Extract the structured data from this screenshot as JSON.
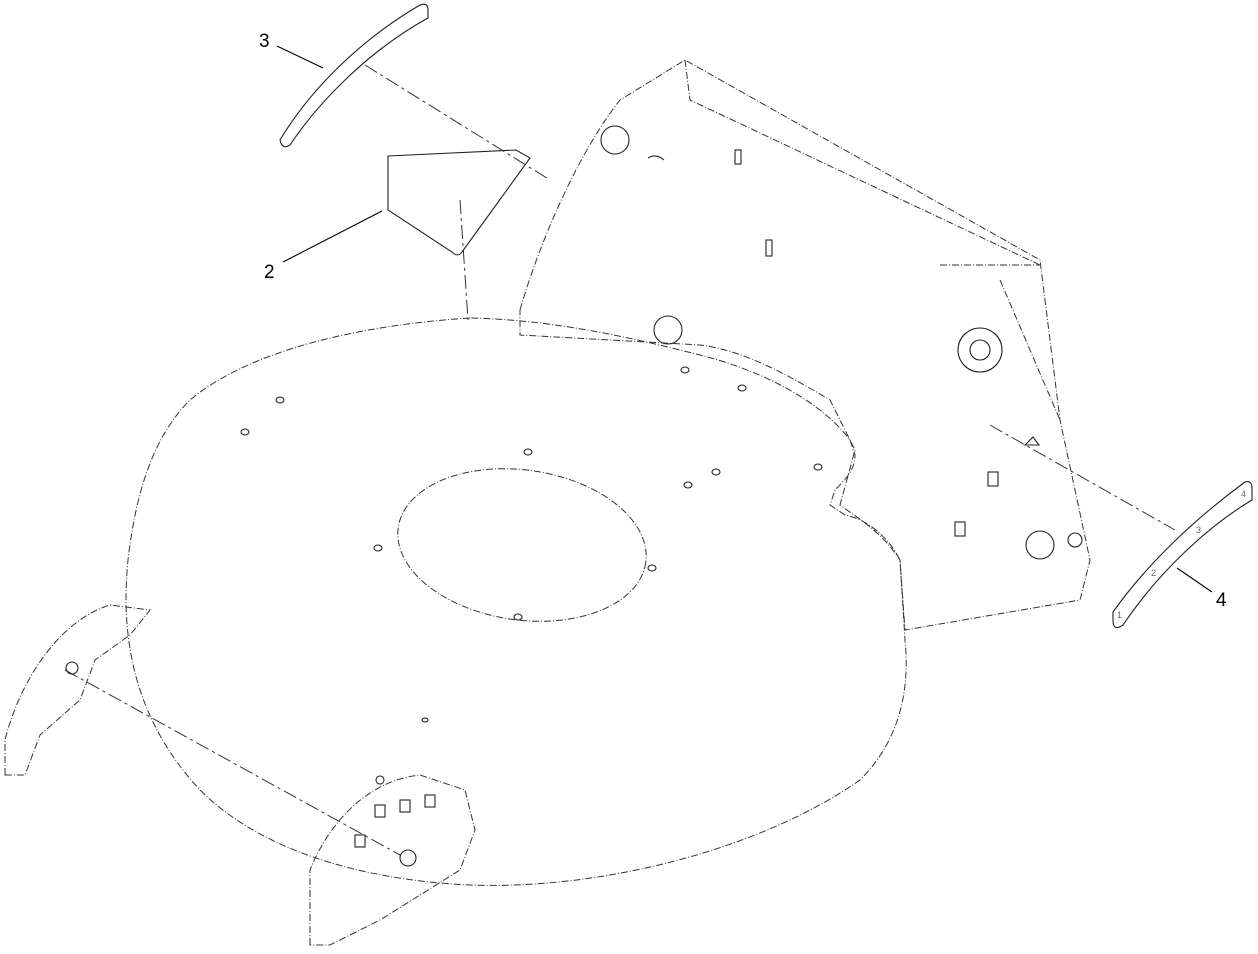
{
  "diagram": {
    "callouts": [
      {
        "id": "3",
        "label": "3"
      },
      {
        "id": "2",
        "label": "2"
      },
      {
        "id": "4",
        "label": "4"
      }
    ],
    "decal_4_marks": [
      "1",
      "2",
      "3",
      "4"
    ]
  }
}
